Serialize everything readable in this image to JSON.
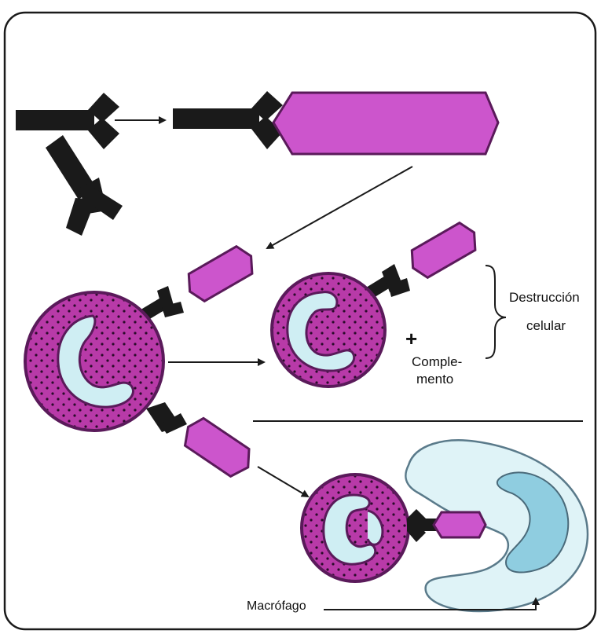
{
  "labels": {
    "destruction_line1": "Destrucción",
    "destruction_line2": "celular",
    "plus": "+",
    "complement_line1": "Comple-",
    "complement_line2": "mento",
    "macrophage": "Macrófago"
  },
  "colors": {
    "background": "#ffffff",
    "frame": "#1a1a1a",
    "antibody": "#1a1a1a",
    "antigen": "#cc55cc",
    "antigen_edge": "#5a1a5a",
    "cell_body": "#b83aa8",
    "cell_edge": "#5a1a5a",
    "nucleus": "#cfeef3",
    "macrophage_body": "#dff3f7",
    "macrophage_nucleus": "#8fcde0",
    "arrow": "#1a1a1a"
  },
  "icons": {
    "antibody": "y-shaped-antibody-icon",
    "antigen": "hexagonal-antigen-icon",
    "cell": "granulocyte-cell-icon",
    "macrophage": "macrophage-icon"
  }
}
